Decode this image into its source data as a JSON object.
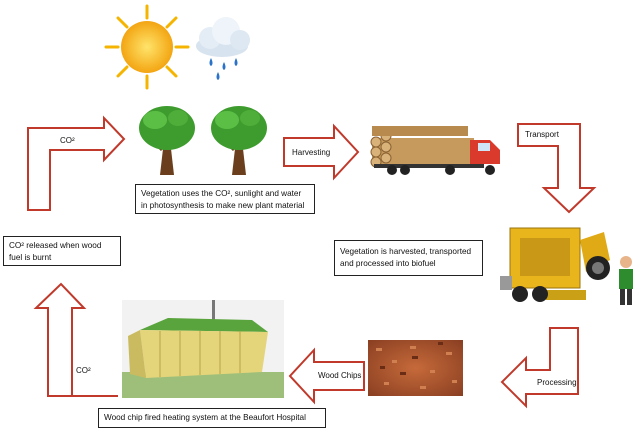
{
  "labels": {
    "co2_top": "CO²",
    "harvesting": "Harvesting",
    "transport": "Transport",
    "processing": "Processing",
    "wood_chips": "Wood Chips",
    "co2_bottom": "CO²"
  },
  "boxes": {
    "photosynthesis": "Vegetation uses the CO², sunlight and water in photosynthesis to make new plant material",
    "co2_released": "CO² released when wood fuel is burnt",
    "harvested": "Vegetation is harvested, transported and processed into biofuel",
    "hospital": "Wood chip fired heating system at the Beaufort Hospital"
  },
  "colors": {
    "arrow_stroke": "#c0392b",
    "sun": "#f7c21a",
    "tree_leaves": "#3e9c2e",
    "truck_cab": "#d93a2b",
    "chipper": "#e9b51c",
    "chips": "#a8522e",
    "building_walls": "#e4d47a",
    "building_roof": "#5aa43d"
  }
}
